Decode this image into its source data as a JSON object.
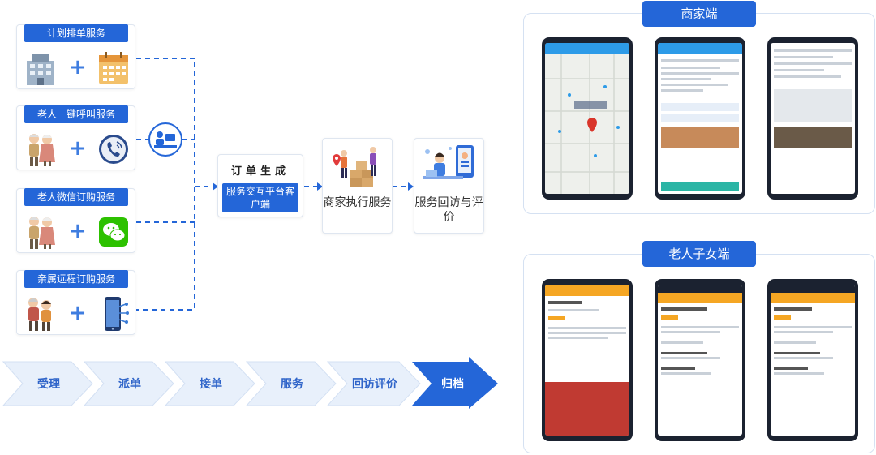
{
  "services": [
    {
      "label": "计划排单服务",
      "left_icon": "building-icon",
      "right_icon": "calendar-icon"
    },
    {
      "label": "老人一键呼叫服务",
      "left_icon": "elderly-couple-icon",
      "right_icon": "phone-call-icon"
    },
    {
      "label": "老人微信订购服务",
      "left_icon": "elderly-couple-icon",
      "right_icon": "wechat-icon"
    },
    {
      "label": "亲属远程订购服务",
      "left_icon": "family-icon",
      "right_icon": "mobile-phone-icon"
    }
  ],
  "plus_sign": "+",
  "operator_icon": "operator-desk-icon",
  "order": {
    "title": "订单生成",
    "subtitle": "服务交互平台客户端"
  },
  "steps": [
    {
      "label": "商家执行服务",
      "icon": "delivery-illustration"
    },
    {
      "label": "服务回访与评价",
      "icon": "feedback-illustration"
    }
  ],
  "process": [
    "受理",
    "派单",
    "接单",
    "服务",
    "回访评价",
    "归档"
  ],
  "colors": {
    "primary": "#2466d8",
    "chevron_light": "#e8f0fb",
    "chevron_active": "#2466d8",
    "app_header_merchant": "#2d9be8",
    "app_header_elder": "#f5a623"
  },
  "merchant_panel": {
    "title": "商家端"
  },
  "elder_panel": {
    "title": "老人子女端"
  }
}
